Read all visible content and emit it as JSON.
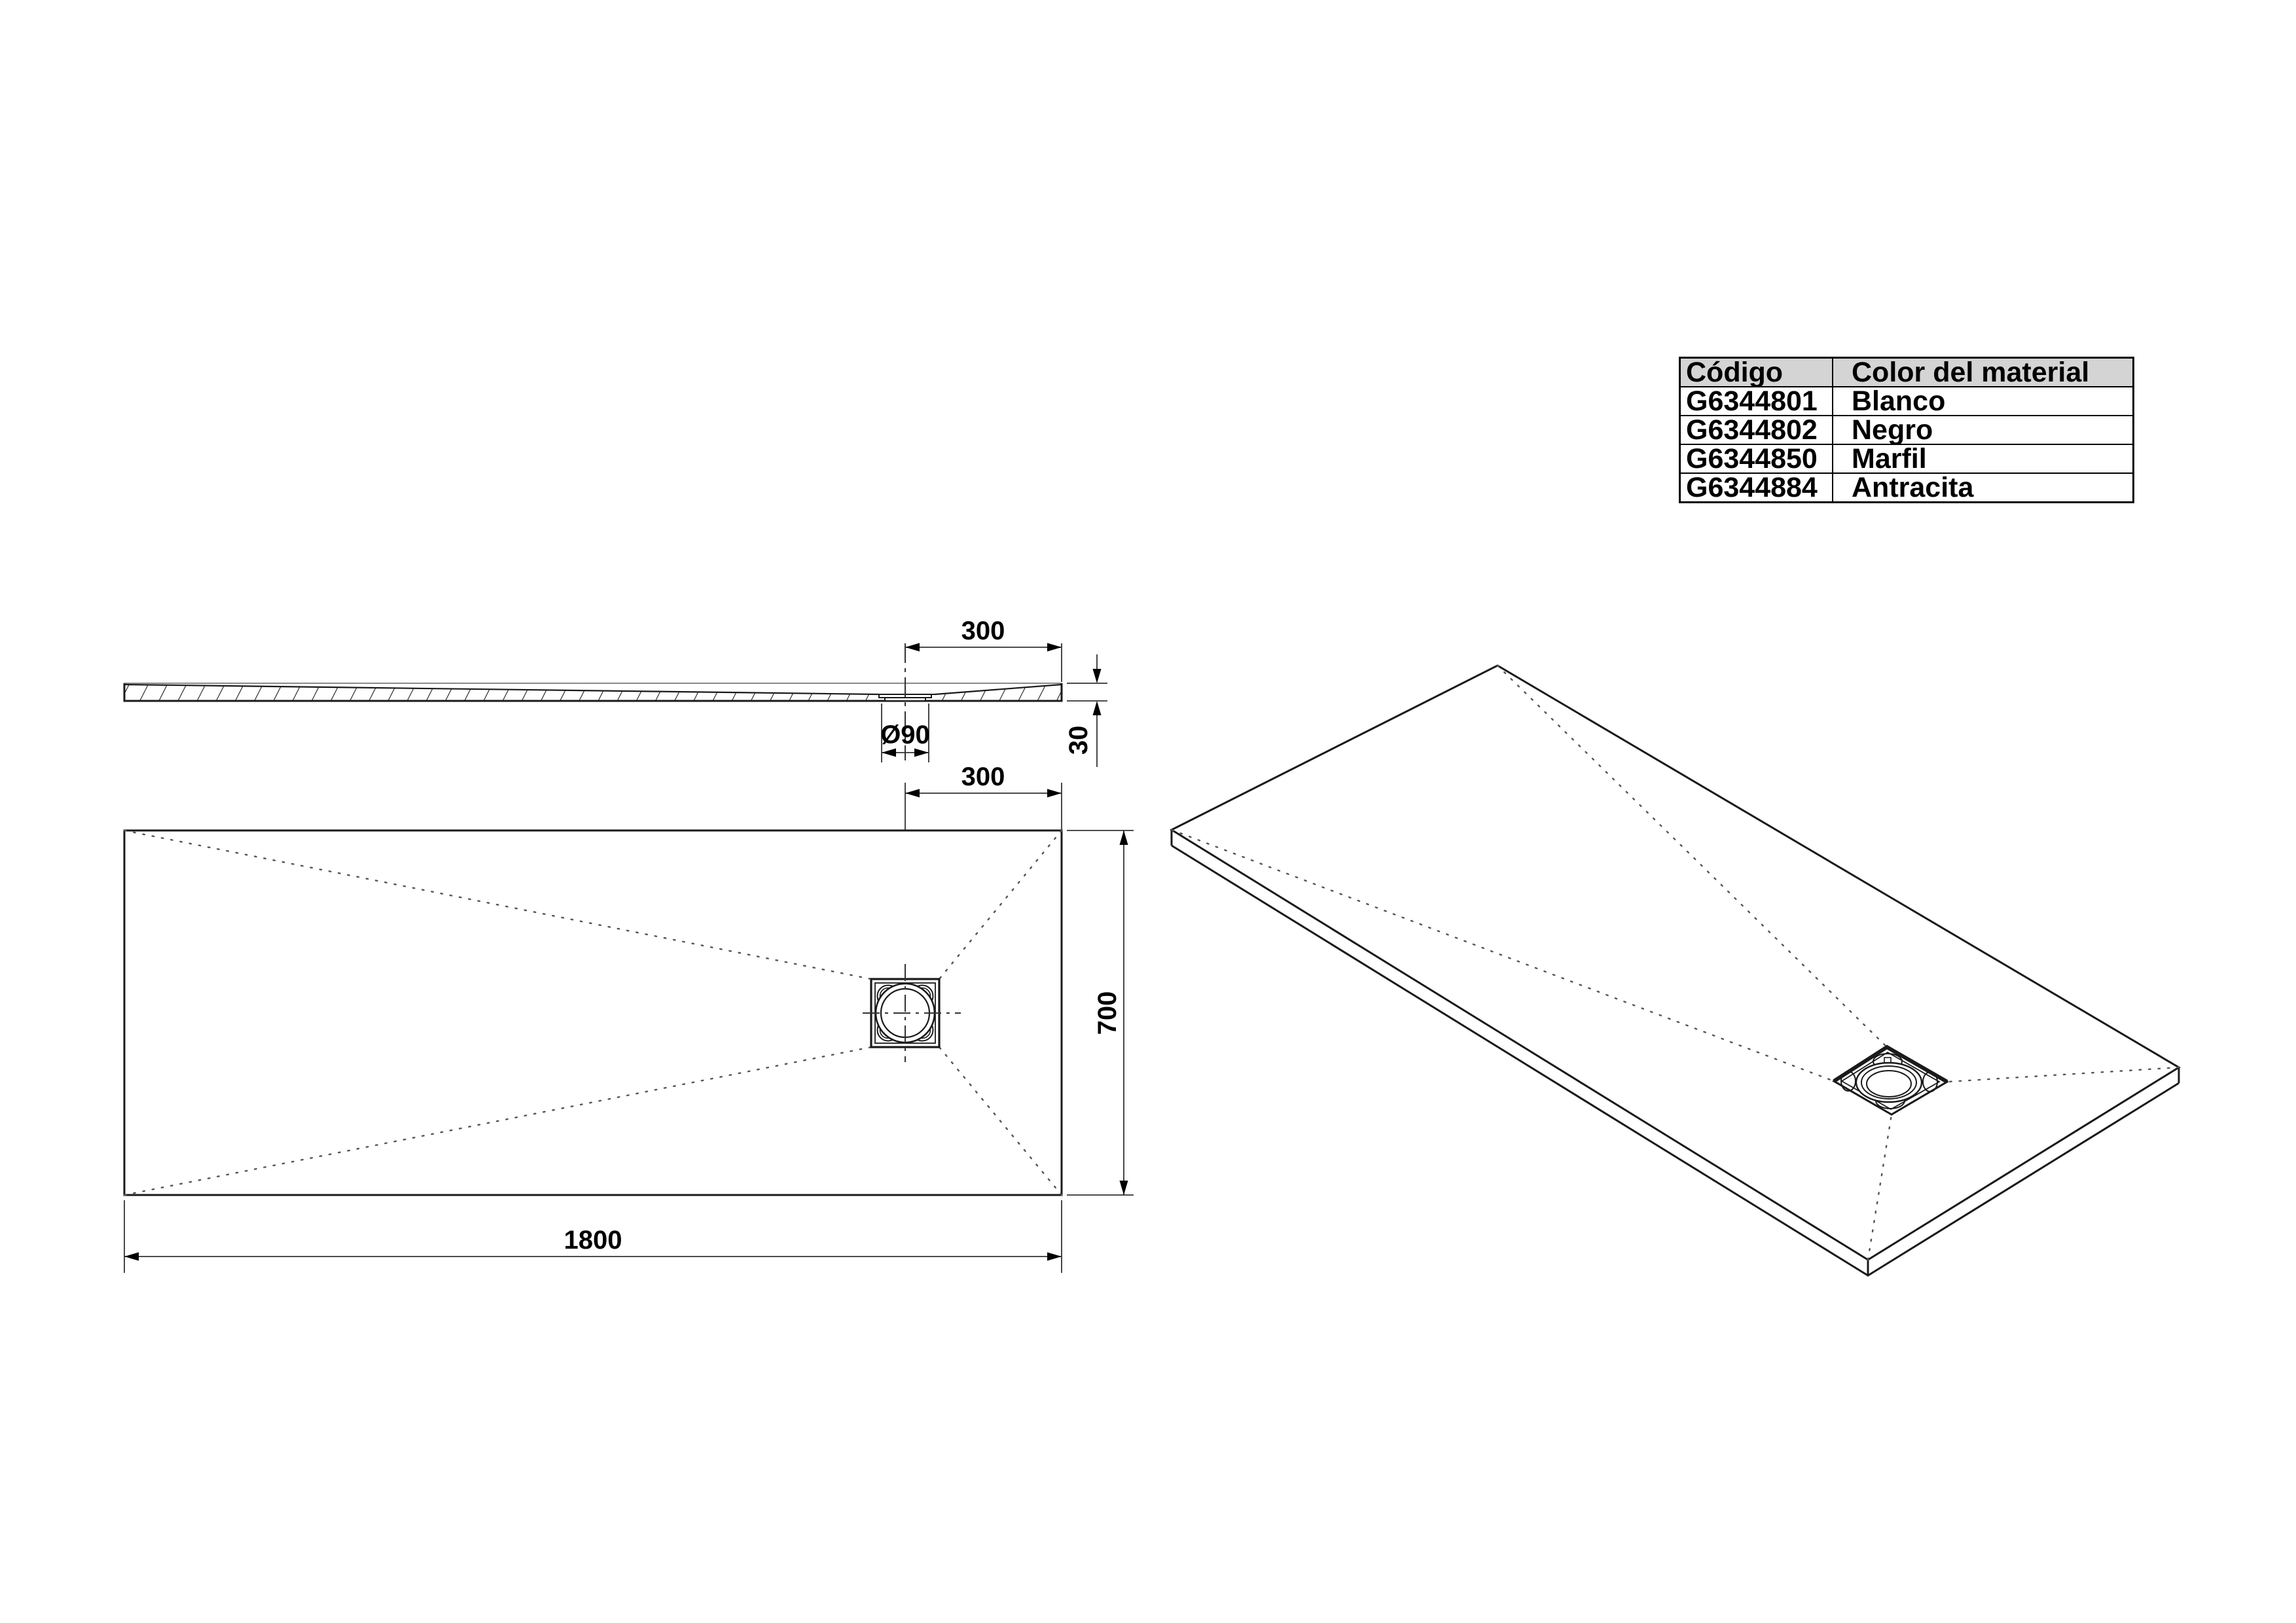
{
  "palette": {
    "background": "#ffffff",
    "line": "#1a1a1a",
    "table_header_bg": "#d4d4d4",
    "dim_line": "#333333"
  },
  "table": {
    "headers": [
      "Código",
      "Color del material"
    ],
    "rows": [
      {
        "code": "G6344801",
        "color": "Blanco"
      },
      {
        "code": "G6344802",
        "color": "Negro"
      },
      {
        "code": "G6344850",
        "color": "Marfil"
      },
      {
        "code": "G6344884",
        "color": "Antracita"
      }
    ]
  },
  "dimensions": {
    "section_drain_offset": "300",
    "drain_diameter": "Ø90",
    "thickness": "30",
    "plan_drain_offset": "300",
    "length": "1800",
    "width": "700"
  }
}
